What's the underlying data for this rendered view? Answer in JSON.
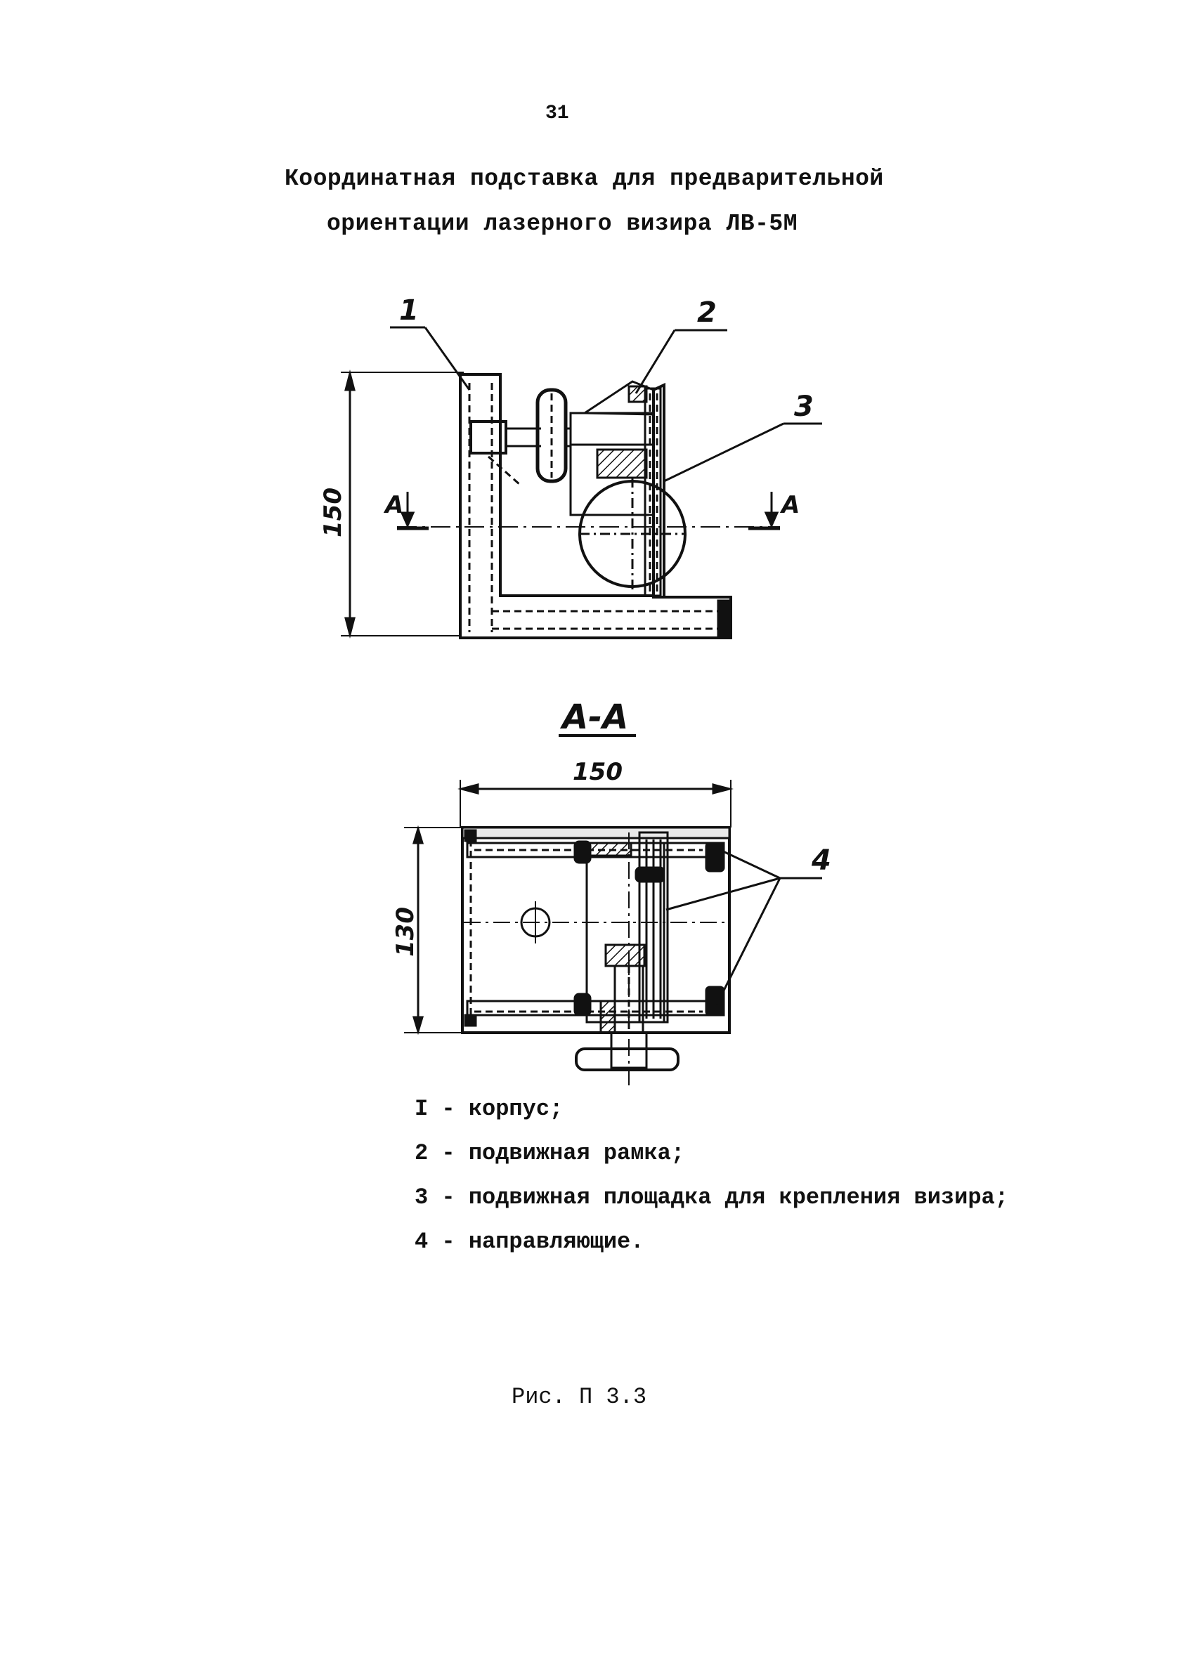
{
  "page_number": "31",
  "title": {
    "line1": "Координатная подставка для предварительной",
    "line2": "ориентации лазерного визира ЛВ-5М"
  },
  "drawing": {
    "callouts": [
      "1",
      "2",
      "3",
      "4"
    ],
    "dimension_height_front": "150",
    "section_marker": "A",
    "section_title": "A-A",
    "dimension_width_section": "150",
    "dimension_height_section": "130"
  },
  "legend": [
    "I - корпус;",
    "2 - подвижная рамка;",
    "3 - подвижная площадка для крепления визира;",
    "4 - направляющие."
  ],
  "caption": "Рис. П 3.3"
}
